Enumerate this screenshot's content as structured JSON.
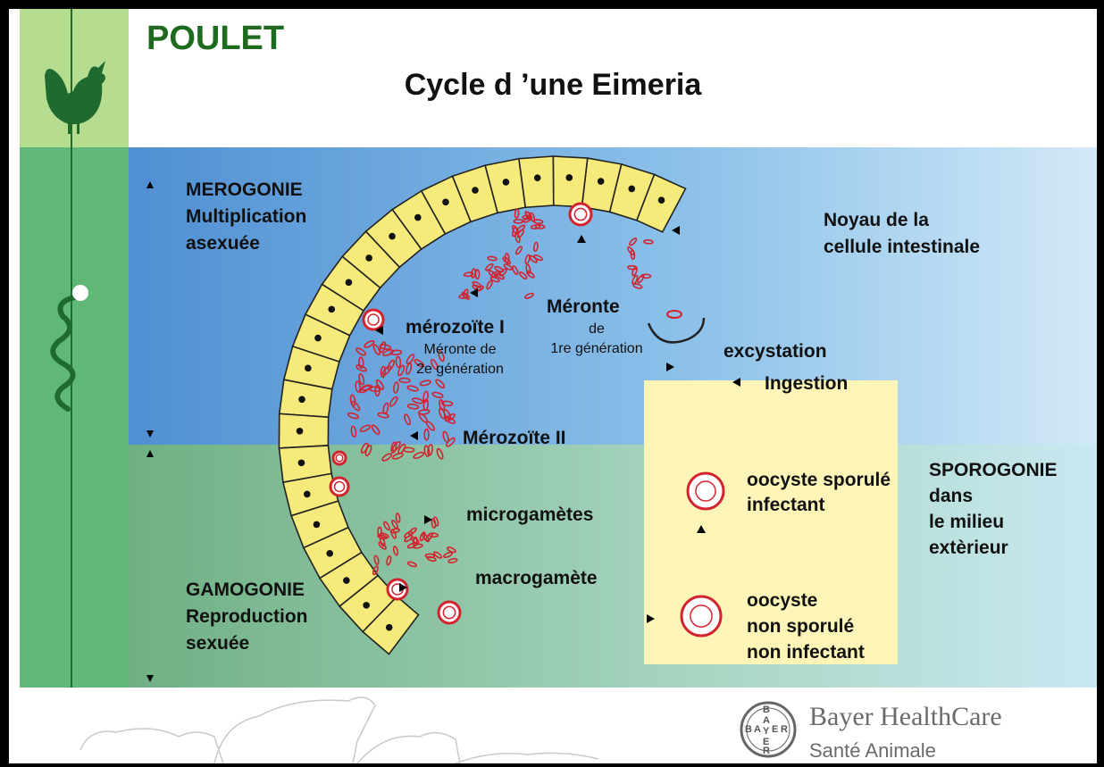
{
  "header": {
    "brand": "POULET",
    "title": "Cycle d ’une Eimeria"
  },
  "phases": {
    "merogonie": "MEROGONIE\nMultiplication\nasexuée",
    "gamogonie": "GAMOGONIE\nReproduction\nsexuée",
    "sporogonie": "SPOROGONIE\ndans\nle milieu\nextèrieur"
  },
  "labels": {
    "noyau": "Noyau de la\ncellule intestinale",
    "merozoite_1": "mérozoïte I",
    "meronte_2": "Méronte de\n2e génération",
    "meronte_1_title": "Méronte",
    "meronte_1": "de\n1re génération",
    "excystation": "excystation",
    "ingestion": "Ingestion",
    "merozoite_2": "Mérozoïte II",
    "microgametes": "microgamètes",
    "macrogamete": "macrogamète",
    "oocyste_sporule": "oocyste sporulé\ninfectant",
    "oocyste_non_sporule": "oocyste\nnon sporulé\nnon infectant"
  },
  "footer": {
    "company": "Bayer HealthCare",
    "division": "Santé Animale",
    "logo_letters": "BAYER"
  },
  "colors": {
    "brand_green": "#1e6a1e",
    "cell_yellow": "#f6ea7a",
    "parasite_red": "#d3232f",
    "sidebar_green": "#5fb878",
    "sporogonie_box": "#fdf5b8"
  },
  "icons": [
    "chicken-icon",
    "caduceus-snake-icon",
    "bayer-cross-logo-icon",
    "farm-animals-silhouette-icon"
  ]
}
